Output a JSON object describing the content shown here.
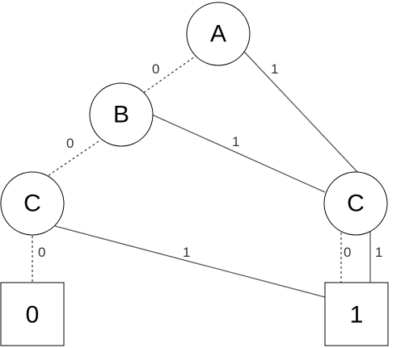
{
  "nodes": {
    "a": "A",
    "b": "B",
    "c_left": "C",
    "c_right": "C"
  },
  "terminals": {
    "zero": "0",
    "one": "1"
  },
  "edges": {
    "a_b": "0",
    "a_c_right": "1",
    "b_c_left": "0",
    "b_c_right": "1",
    "c_left_zero": "0",
    "c_left_one": "1",
    "c_right_zero": "0",
    "c_right_one": "1"
  }
}
